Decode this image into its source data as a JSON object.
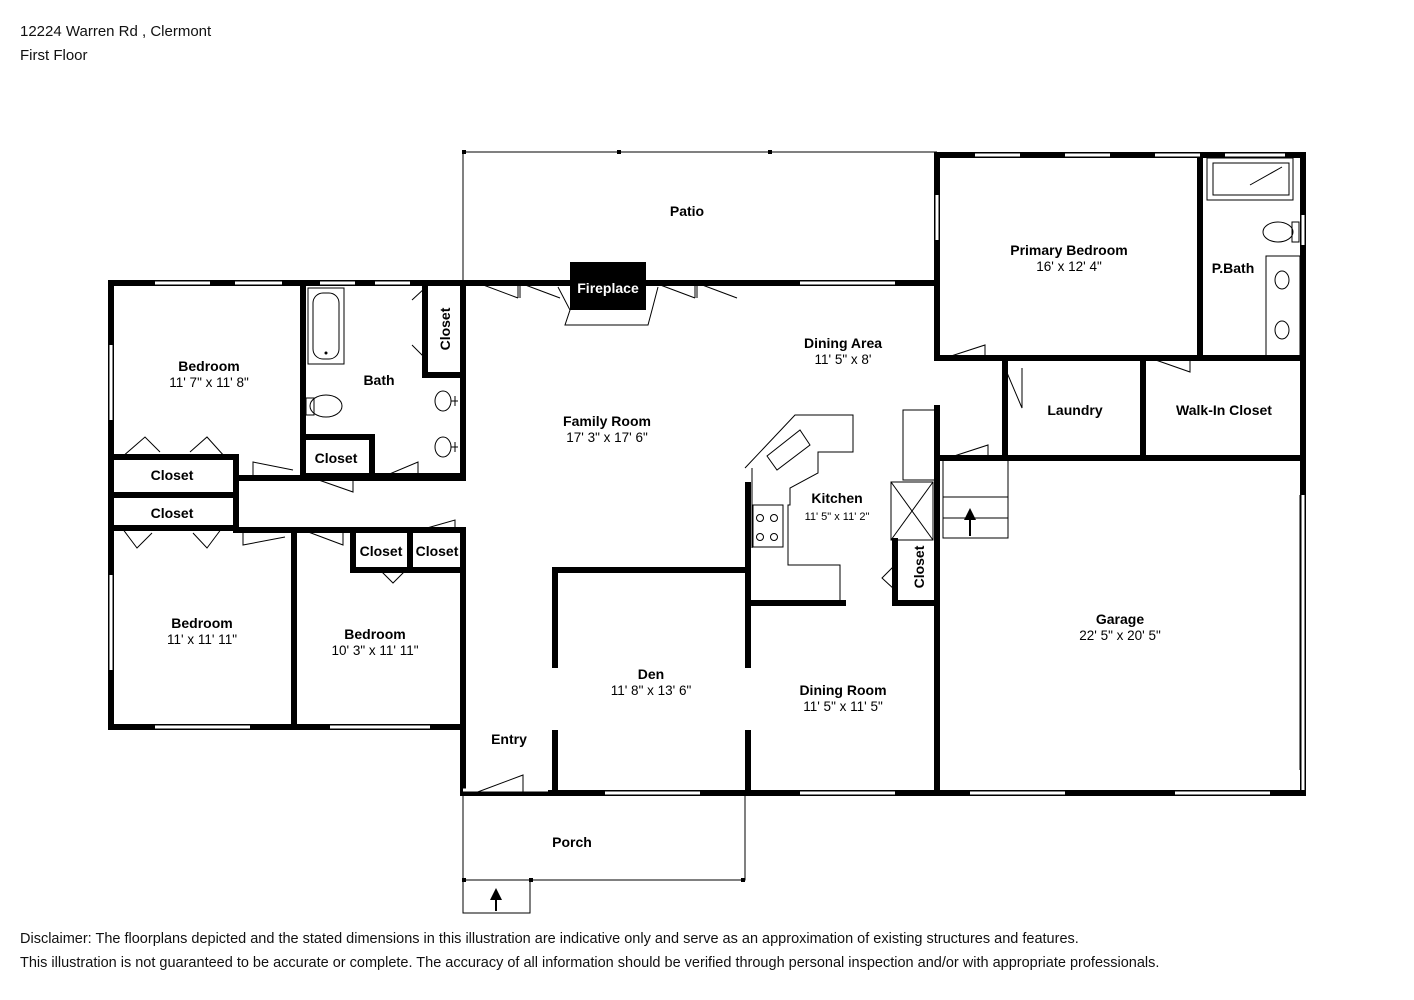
{
  "header": {
    "address": "12224 Warren Rd , Clermont",
    "floor": "First Floor"
  },
  "rooms": [
    {
      "name": "Patio",
      "dims": ""
    },
    {
      "name": "Fireplace",
      "dims": ""
    },
    {
      "name": "Primary Bedroom",
      "dims": "16' x 12' 4\""
    },
    {
      "name": "P.Bath",
      "dims": ""
    },
    {
      "name": "Bedroom",
      "dims": "11' 7\" x 11' 8\""
    },
    {
      "name": "Bath",
      "dims": ""
    },
    {
      "name": "Closet",
      "dims": ""
    },
    {
      "name": "Dining Area",
      "dims": "11' 5\" x 8'"
    },
    {
      "name": "Family Room",
      "dims": "17' 3\" x 17' 6\""
    },
    {
      "name": "Kitchen",
      "dims": "11' 5\" x 11' 2\""
    },
    {
      "name": "Laundry",
      "dims": ""
    },
    {
      "name": "Walk-In Closet",
      "dims": ""
    },
    {
      "name": "Bedroom",
      "dims": "11' x 11' 11\""
    },
    {
      "name": "Bedroom",
      "dims": "10' 3\" x 11' 11\""
    },
    {
      "name": "Den",
      "dims": "11' 8\" x 13' 6\""
    },
    {
      "name": "Dining Room",
      "dims": "11' 5\" x 11' 5\""
    },
    {
      "name": "Garage",
      "dims": "22' 5\" x 20' 5\""
    },
    {
      "name": "Entry",
      "dims": ""
    },
    {
      "name": "Porch",
      "dims": ""
    }
  ],
  "closet_label": "Closet",
  "disclaimer": {
    "line1": "Disclaimer: The floorplans depicted and the stated dimensions in this illustration are indicative only and serve as an approximation of existing structures and features.",
    "line2": "This illustration is not guaranteed to be accurate or complete. The accuracy of all information should be verified through personal inspection and/or with appropriate professionals."
  }
}
